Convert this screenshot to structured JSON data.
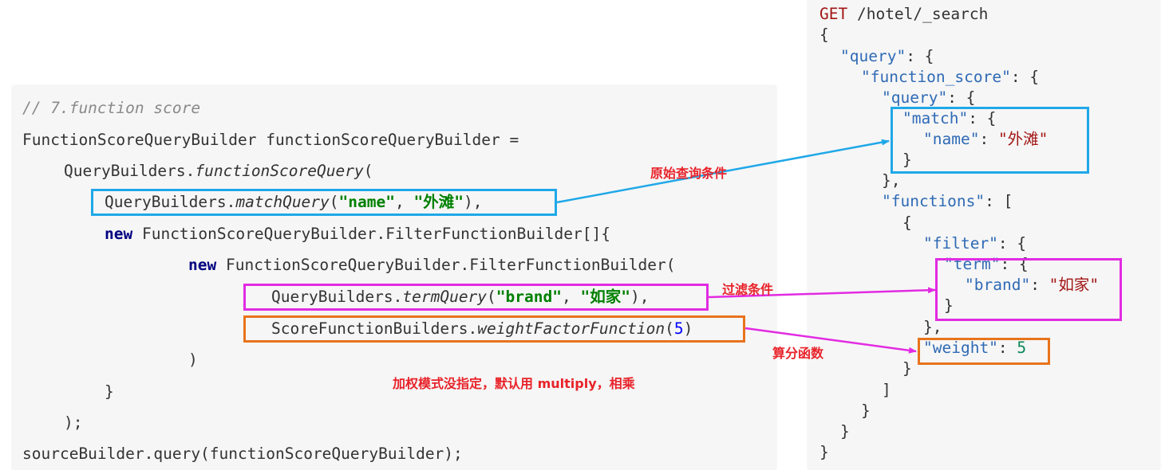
{
  "java_code": {
    "comment": "// 7.function score",
    "line_builder_decl": "FunctionScoreQueryBuilder functionScoreQueryBuilder =",
    "line_qb_prefix": "QueryBuilders.",
    "line_fsq_method": "functionScoreQuery",
    "line_fsq_paren": "(",
    "match_prefix": "QueryBuilders.",
    "match_method": "matchQuery",
    "match_open": "(",
    "match_field": "\"name\"",
    "match_sep": ", ",
    "match_value": "\"外滩\"",
    "match_close": "),",
    "new_kw_1": "new",
    "array_ctor": " FunctionScoreQueryBuilder.FilterFunctionBuilder[]{",
    "new_kw_2": "new",
    "item_ctor": " FunctionScoreQueryBuilder.FilterFunctionBuilder(",
    "term_prefix": "QueryBuilders.",
    "term_method": "termQuery",
    "term_open": "(",
    "term_field": "\"brand\"",
    "term_sep": ", ",
    "term_value": "\"如家\"",
    "term_close": "),",
    "weight_prefix": "ScoreFunctionBuilders.",
    "weight_method": "weightFactorFunction",
    "weight_open": "(",
    "weight_value": "5",
    "weight_close": ")",
    "close_paren": ")",
    "close_brace": "}",
    "close_paren_semi": ");",
    "final_line": "sourceBuilder.query(functionScoreQueryBuilder);"
  },
  "dsl_code": {
    "method": "GET",
    "path": " /hotel/_search",
    "open_brace": "{",
    "k_query": "\"query\"",
    "k_function_score": "\"function_score\"",
    "k_match": "\"match\"",
    "k_name": "\"name\"",
    "v_name": "\"外滩\"",
    "k_functions": "\"functions\"",
    "k_filter": "\"filter\"",
    "k_term": "\"term\"",
    "k_brand": "\"brand\"",
    "v_brand": "\"如家\"",
    "k_weight": "\"weight\"",
    "v_weight": "5",
    "colon_brace": ": {",
    "colon_bracket": ": [",
    "colon_sp": ": ",
    "brace_close": "}",
    "brace_close_comma": "},",
    "bracket_close": "]"
  },
  "annotations": {
    "original_query": "原始查询条件",
    "filter_condition": "过滤条件",
    "score_function": "算分函数",
    "boost_mode_note": "加权模式没指定，默认用 multiply，相乘"
  },
  "colors": {
    "blue_box": "#1fa8e8",
    "magenta_box": "#e22be2",
    "orange_box": "#e8731c",
    "annotation_text": "#e8232a"
  }
}
